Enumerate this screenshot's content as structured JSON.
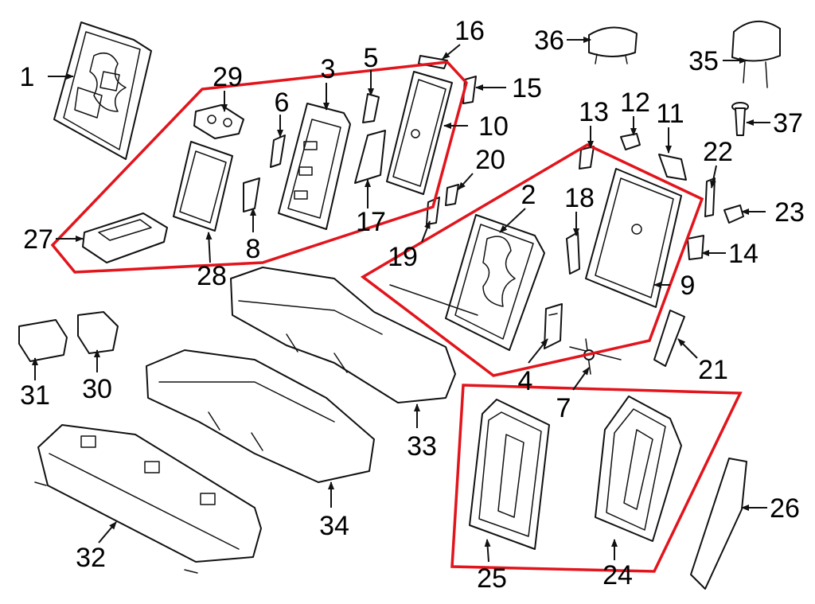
{
  "colors": {
    "highlight": "#e2141c",
    "ink": "#111111",
    "paper": "#ffffff"
  },
  "callouts": {
    "c1": "1",
    "c2": "2",
    "c3": "3",
    "c4": "4",
    "c5": "5",
    "c6": "6",
    "c7": "7",
    "c8": "8",
    "c9": "9",
    "c10": "10",
    "c11": "11",
    "c12": "12",
    "c13": "13",
    "c14": "14",
    "c15": "15",
    "c16": "16",
    "c17": "17",
    "c18": "18",
    "c19": "19",
    "c20": "20",
    "c21": "21",
    "c22": "22",
    "c23": "23",
    "c24": "24",
    "c25": "25",
    "c26": "26",
    "c27": "27",
    "c28": "28",
    "c29": "29",
    "c30": "30",
    "c31": "31",
    "c32": "32",
    "c33": "33",
    "c34": "34",
    "c35": "35",
    "c36": "36",
    "c37": "37"
  }
}
